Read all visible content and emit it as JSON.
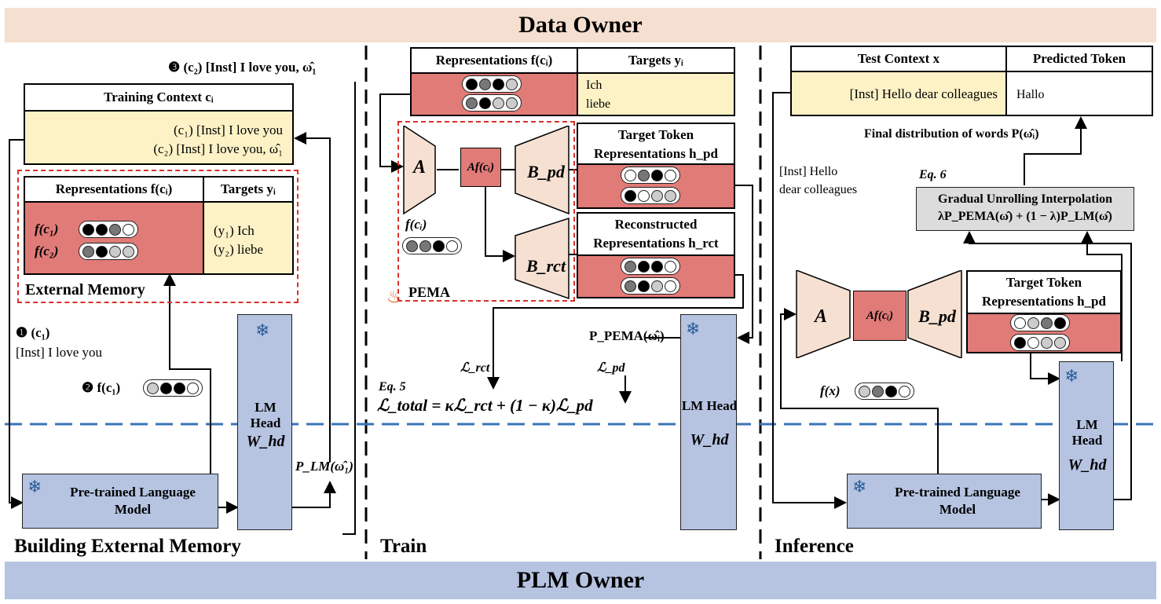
{
  "bands": {
    "top": "Data Owner",
    "bottom": "PLM Owner"
  },
  "sections": {
    "building": "Building External Memory",
    "train": "Train",
    "inference": "Inference"
  },
  "building": {
    "step3": "❸ (c₂) [Inst] I love you, ω̂₁",
    "training_context_title": "Training Context cᵢ",
    "ctx_line1": "(c₁) [Inst] I love you",
    "ctx_line2": "(c₂) [Inst] I love you, ω̂₁",
    "rep_header": "Representations f(cᵢ)",
    "targets_header": "Targets yᵢ",
    "rep1": "f(c₁)",
    "rep2": "f(c₂)",
    "target1": "(y₁) Ich",
    "target2": "(y₂) liebe",
    "external_memory": "External Memory",
    "step1_a": "❶ (c₁)",
    "step1_b": "[Inst] I love you",
    "step2": "❷ f(c₁)",
    "plm": "Pre-trained Language Model",
    "lm_head": "LM Head",
    "w_hd": "W_hd",
    "p_lm": "P_LM(ω̂₁)"
  },
  "train": {
    "rep_header": "Representations f(cᵢ)",
    "targets_header": "Targets yᵢ",
    "target1": "Ich",
    "target2": "liebe",
    "A": "A",
    "Af": "Af(cᵢ)",
    "B_pd": "B_pd",
    "B_rct": "B_rct",
    "fci": "f(cᵢ)",
    "pema": "PEMA",
    "ttr_title_1": "Target Token",
    "ttr_title_2": "Representations h_pd",
    "rr_title_1": "Reconstructed",
    "rr_title_2": "Representations h_rct",
    "p_pema": "P_PEMA(ω̂ᵢ)",
    "l_rct": "ℒ_rct",
    "l_pd": "ℒ_pd",
    "eq5": "Eq. 5",
    "loss": "ℒ_total = κℒ_rct + (1 − κ)ℒ_pd",
    "lm_head": "LM Head",
    "w_hd": "W_hd"
  },
  "inference": {
    "test_ctx_header": "Test Context x",
    "pred_header": "Predicted Token",
    "test_ctx": "[Inst] Hello dear colleagues",
    "pred": "Hallo",
    "final_dist": "Final distribution of words P(ω̂ᵢ)",
    "input_text_1": "[Inst] Hello",
    "input_text_2": "dear colleagues",
    "eq6": "Eq. 6",
    "gui_title": "Gradual Unrolling Interpolation",
    "gui_formula": "λP_PEMA(ω̂) + (1 − λ)P_LM(ω̂)",
    "A": "A",
    "Af": "Af(cᵢ)",
    "B_pd": "B_pd",
    "ttr_title_1": "Target Token",
    "ttr_title_2": "Representations h_pd",
    "fx": "f(x)",
    "plm": "Pre-trained Language Model",
    "lm_head": "LM Head",
    "w_hd": "W_hd"
  },
  "icons": {
    "snowflake": "snowflake-icon",
    "fire": "fire-icon"
  },
  "colors": {
    "data_owner": "#f4dfd0",
    "plm_owner": "#b6c4e2",
    "memory_red": "#e07b78",
    "target_yellow": "#fdf2c6",
    "pema_dash": "#d9302b",
    "divider_blue": "#3a73b8"
  }
}
